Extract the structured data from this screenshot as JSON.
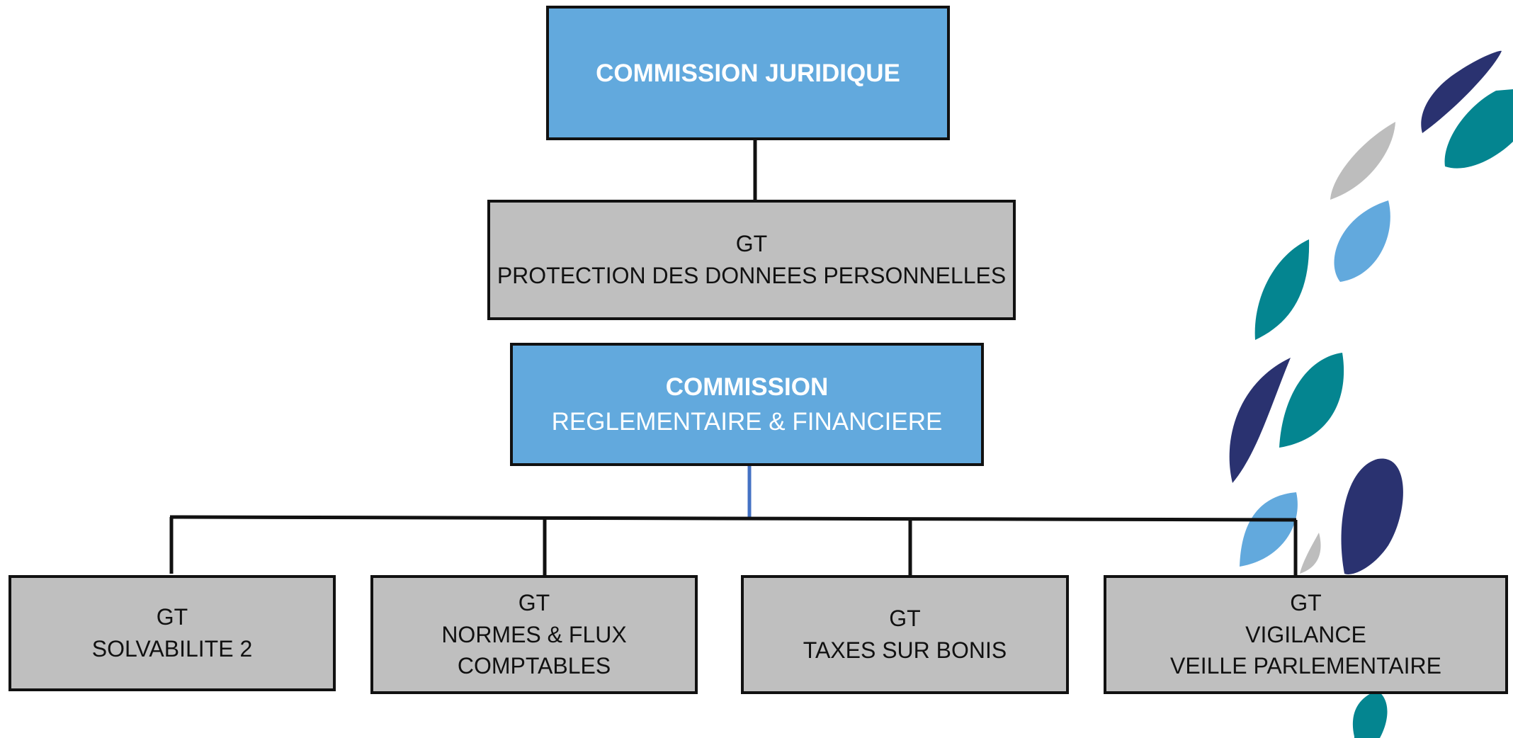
{
  "colors": {
    "commission_fill": "#62a9dd",
    "group_fill": "#bfbfbf",
    "border": "#111111",
    "accent_connector": "#4472c4",
    "decor_navy": "#2a3270",
    "decor_teal": "#048590",
    "decor_light_blue": "#62a9dd",
    "decor_grey": "#bdbdbd"
  },
  "commission_juridique": {
    "title": "COMMISSION JURIDIQUE"
  },
  "gt_protection": {
    "prefix": "GT",
    "name": "PROTECTION DES DONNEES PERSONNELLES"
  },
  "commission_reglementaire": {
    "title": "COMMISSION",
    "subtitle": "REGLEMENTAIRE & FINANCIERE"
  },
  "groups": [
    {
      "prefix": "GT",
      "lines": [
        "SOLVABILITE 2"
      ]
    },
    {
      "prefix": "GT",
      "lines": [
        "NORMES & FLUX",
        "COMPTABLES"
      ]
    },
    {
      "prefix": "GT",
      "lines": [
        "TAXES SUR BONIS"
      ]
    },
    {
      "prefix": "GT",
      "lines": [
        "VIGILANCE",
        "VEILLE PARLEMENTAIRE"
      ]
    }
  ],
  "decoration": {
    "icon": "leaf-trail-logo-icon"
  }
}
